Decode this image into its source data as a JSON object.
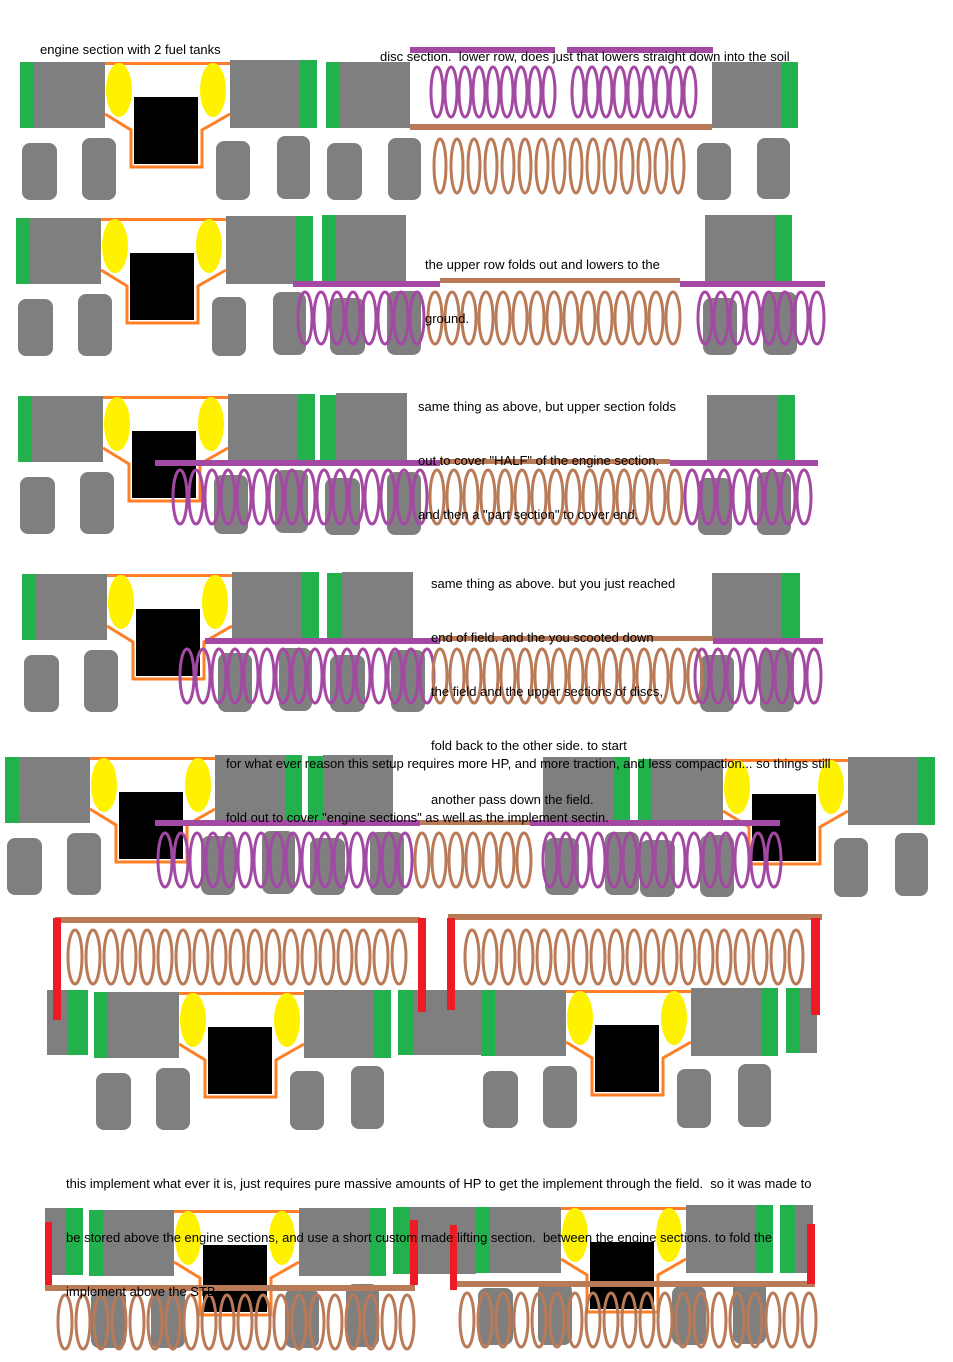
{
  "colors": {
    "body": "#7f7f7f",
    "panel": "#22b14c",
    "fuel_tank": "#fff200",
    "engine_block": "#000000",
    "frame": "#ff7f27",
    "upper": "#a349a4",
    "lower": "#b97a57",
    "lift_arm": "#ed1c24"
  },
  "labels": {
    "engine_section": "engine section with 2 fuel tanks",
    "disc_section": "disc section.  lower row, does just that lowers straight down into the soil"
  },
  "notes": [
    {
      "lines": [
        "the upper row folds out and lowers to the",
        "ground."
      ]
    },
    {
      "lines": [
        "same thing as above, but upper section folds",
        "out to cover \"HALF\" of the engine section.",
        "and then a \"part section\" to cover end."
      ]
    },
    {
      "lines": [
        "same thing as above. but you just reached",
        "end of field. and the you scooted down",
        "the field and the upper sections of discs,",
        "fold back to the other side. to start",
        "another pass down the field."
      ]
    },
    {
      "lines": [
        "for what ever reason this setup requires more HP, and more traction, and less compaction... so things still",
        "fold out to cover \"engine sections\" as well as the implement sectin."
      ]
    },
    {
      "lines": [
        "this implement what ever it is, just requires pure massive amounts of HP to get the implement through the field.  so it was made to",
        "be stored above the engine sections, and use a short custom made lifting section.  between the engine sections. to fold the",
        "implement above the STB."
      ]
    }
  ]
}
